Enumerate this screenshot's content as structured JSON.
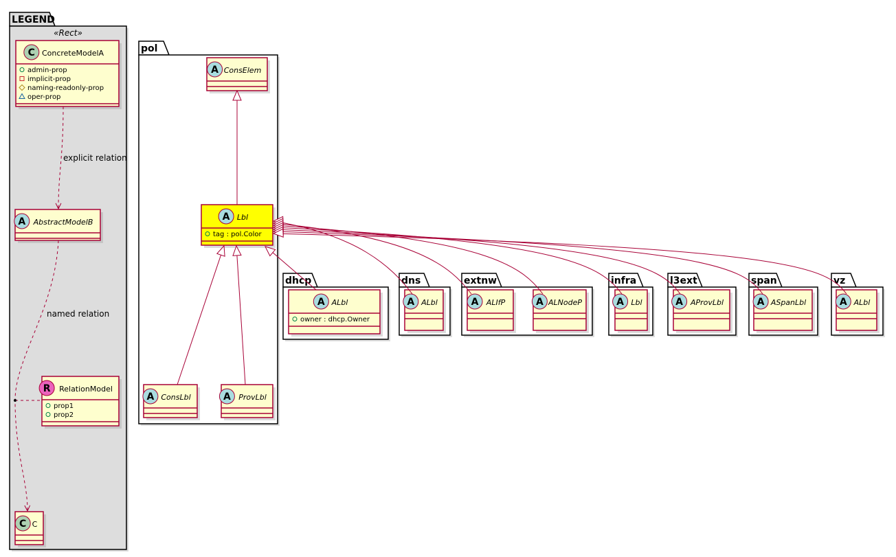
{
  "legend": {
    "title": "LEGEND",
    "stereotype": "«Rect»",
    "concrete": {
      "name": "ConcreteModelA",
      "kind": "C",
      "attrs": [
        {
          "vis": "public",
          "text": "admin-prop"
        },
        {
          "vis": "private",
          "text": "implicit-prop"
        },
        {
          "vis": "protected",
          "text": "naming-readonly-prop"
        },
        {
          "vis": "package",
          "text": "oper-prop"
        }
      ]
    },
    "abstract": {
      "name": "AbstractModelB",
      "kind": "A"
    },
    "relation": {
      "name": "RelationModel",
      "kind": "R",
      "attrs": [
        {
          "vis": "public",
          "text": "prop1"
        },
        {
          "vis": "public",
          "text": "prop2"
        }
      ]
    },
    "c": {
      "name": "C",
      "kind": "C"
    },
    "explicit_label": "explicit relation",
    "named_label": "named relation"
  },
  "packages": [
    {
      "name": "pol",
      "classes": [
        {
          "name": "ConsElem",
          "kind": "A"
        },
        {
          "name": "Lbl",
          "kind": "A",
          "highlight": true,
          "attrs": [
            {
              "vis": "public",
              "text": "tag : pol.Color"
            }
          ]
        },
        {
          "name": "ConsLbl",
          "kind": "A"
        },
        {
          "name": "ProvLbl",
          "kind": "A"
        }
      ]
    },
    {
      "name": "dhcp",
      "classes": [
        {
          "name": "ALbl",
          "kind": "A",
          "attrs": [
            {
              "vis": "public",
              "text": "owner : dhcp.Owner"
            }
          ]
        }
      ]
    },
    {
      "name": "dns",
      "classes": [
        {
          "name": "ALbl",
          "kind": "A"
        }
      ]
    },
    {
      "name": "extnw",
      "classes": [
        {
          "name": "ALIfP",
          "kind": "A"
        },
        {
          "name": "ALNodeP",
          "kind": "A"
        }
      ]
    },
    {
      "name": "infra",
      "classes": [
        {
          "name": "Lbl",
          "kind": "A"
        }
      ]
    },
    {
      "name": "l3ext",
      "classes": [
        {
          "name": "AProvLbl",
          "kind": "A"
        }
      ]
    },
    {
      "name": "span",
      "classes": [
        {
          "name": "ASpanLbl",
          "kind": "A"
        }
      ]
    },
    {
      "name": "vz",
      "classes": [
        {
          "name": "ALbl",
          "kind": "A"
        }
      ]
    }
  ],
  "colors": {
    "border": "#A80036",
    "classFill": "#FEFECE",
    "highlight": "#FFFF00",
    "legendFill": "#DDDDDD",
    "A": "#A9DCDF",
    "C": "#ADD1B2",
    "R": "#EB62BC"
  }
}
